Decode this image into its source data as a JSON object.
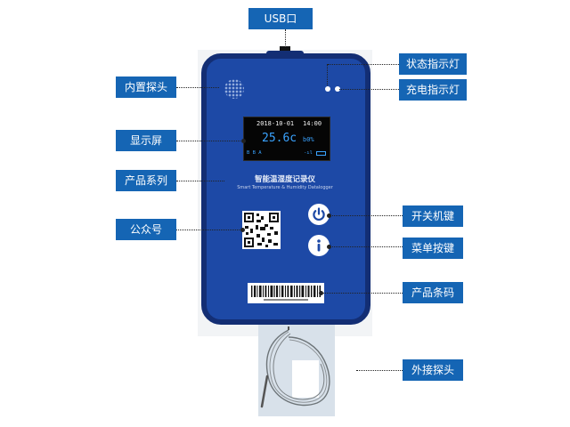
{
  "labels": {
    "usb": "USB口",
    "builtin_probe": "内置探头",
    "display": "显示屏",
    "product_series": "产品系列",
    "official_account": "公众号",
    "status_light": "状态指示灯",
    "charge_light": "充电指示灯",
    "power_key": "开关机键",
    "menu_key": "菜单按键",
    "barcode": "产品条码",
    "external_probe": "外接探头"
  },
  "screen": {
    "date": "2018-10-01",
    "time": "14:00",
    "temperature": "25.6c",
    "humidity": "b0%",
    "device_id": "B B A",
    "signal": "-ıl"
  },
  "product": {
    "name_cn": "智能温湿度记录仪",
    "name_en": "Smart Temperature & Humidity Datalogger"
  },
  "colors": {
    "label_bg": "#1565b4",
    "device_body": "#1d49a6",
    "device_border": "#132e74",
    "screen_accent": "#3aa3ff"
  },
  "icons": [
    "power-icon",
    "info-icon",
    "qr-code",
    "barcode"
  ]
}
